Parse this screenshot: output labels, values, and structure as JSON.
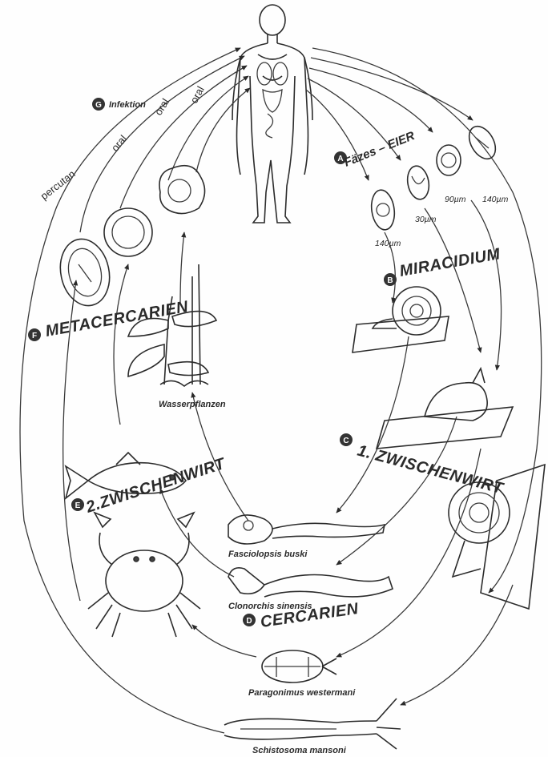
{
  "labels": {
    "infection": "Infektion",
    "feces_eggs": "Fäzes – EIER",
    "miracidium": "MIRACIDIUM",
    "first_intermediate_host": "1. ZWISCHENWIRT",
    "cercariae": "CERCARIEN",
    "second_intermediate_host": "2.ZWISCHENWIRT",
    "metacercariae": "METACERCARIEN",
    "water_plants": "Wasserpflanzen",
    "percutan": "percutan",
    "oral_1": "oral",
    "oral_2": "oral",
    "oral_3": "oral"
  },
  "egg_sizes": [
    "140µm",
    "30µm",
    "90µm",
    "140µm"
  ],
  "species": {
    "fasciolopsis": "Fasciolopsis buski",
    "clonorchis": "Clonorchis sinensis",
    "paragonimus": "Paragonimus westermani",
    "schistosoma": "Schistosoma mansoni"
  },
  "badges": {
    "a": "A",
    "b": "B",
    "c": "C",
    "d": "D",
    "e": "E",
    "f": "F",
    "g": "G"
  },
  "colors": {
    "ink": "#2a2a2a",
    "badge": "#333333",
    "paper": "#fefefe"
  }
}
